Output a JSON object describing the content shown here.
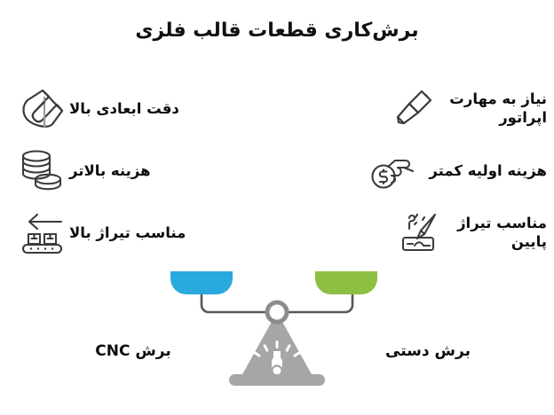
{
  "page": {
    "title": "برش‌کاری قطعات قالب فلزی",
    "background": "#ffffff",
    "stroke_color": "#3b3b3b",
    "text_color": "#0d0d0d"
  },
  "comparison": {
    "left_side": {
      "name": "برش CNC",
      "pan_color": "#29a9de",
      "features": [
        {
          "label": "دقت ابعادی بالا",
          "icon": "caliper-icon"
        },
        {
          "label": "هزینه بالاتر",
          "icon": "coins-stack-icon"
        },
        {
          "label": "مناسب تیراژ بالا",
          "icon": "conveyor-belt-icon"
        }
      ]
    },
    "right_side": {
      "name": "برش دستی",
      "pan_color": "#8dbf42",
      "features": [
        {
          "label": "نیاز به مهارت\nاپراتور",
          "line1": "نیاز به مهارت",
          "line2": "اپراتور",
          "icon": "chisel-icon"
        },
        {
          "label": "هزینه اولیه کمتر",
          "line1": "هزینه اولیه کمتر",
          "line2": "",
          "icon": "hand-coin-icon"
        },
        {
          "label": "مناسب تیراژ\nپایین",
          "line1": "مناسب تیراژ",
          "line2": "پایین",
          "icon": "hand-cutting-icon"
        }
      ]
    }
  },
  "scale": {
    "fulcrum_color": "#a6a6a6",
    "beam_color": "#575757",
    "pivot_ring_color": "#8c8c8c",
    "left_pan_color": "#29a9de",
    "right_pan_color": "#8dbf42"
  }
}
